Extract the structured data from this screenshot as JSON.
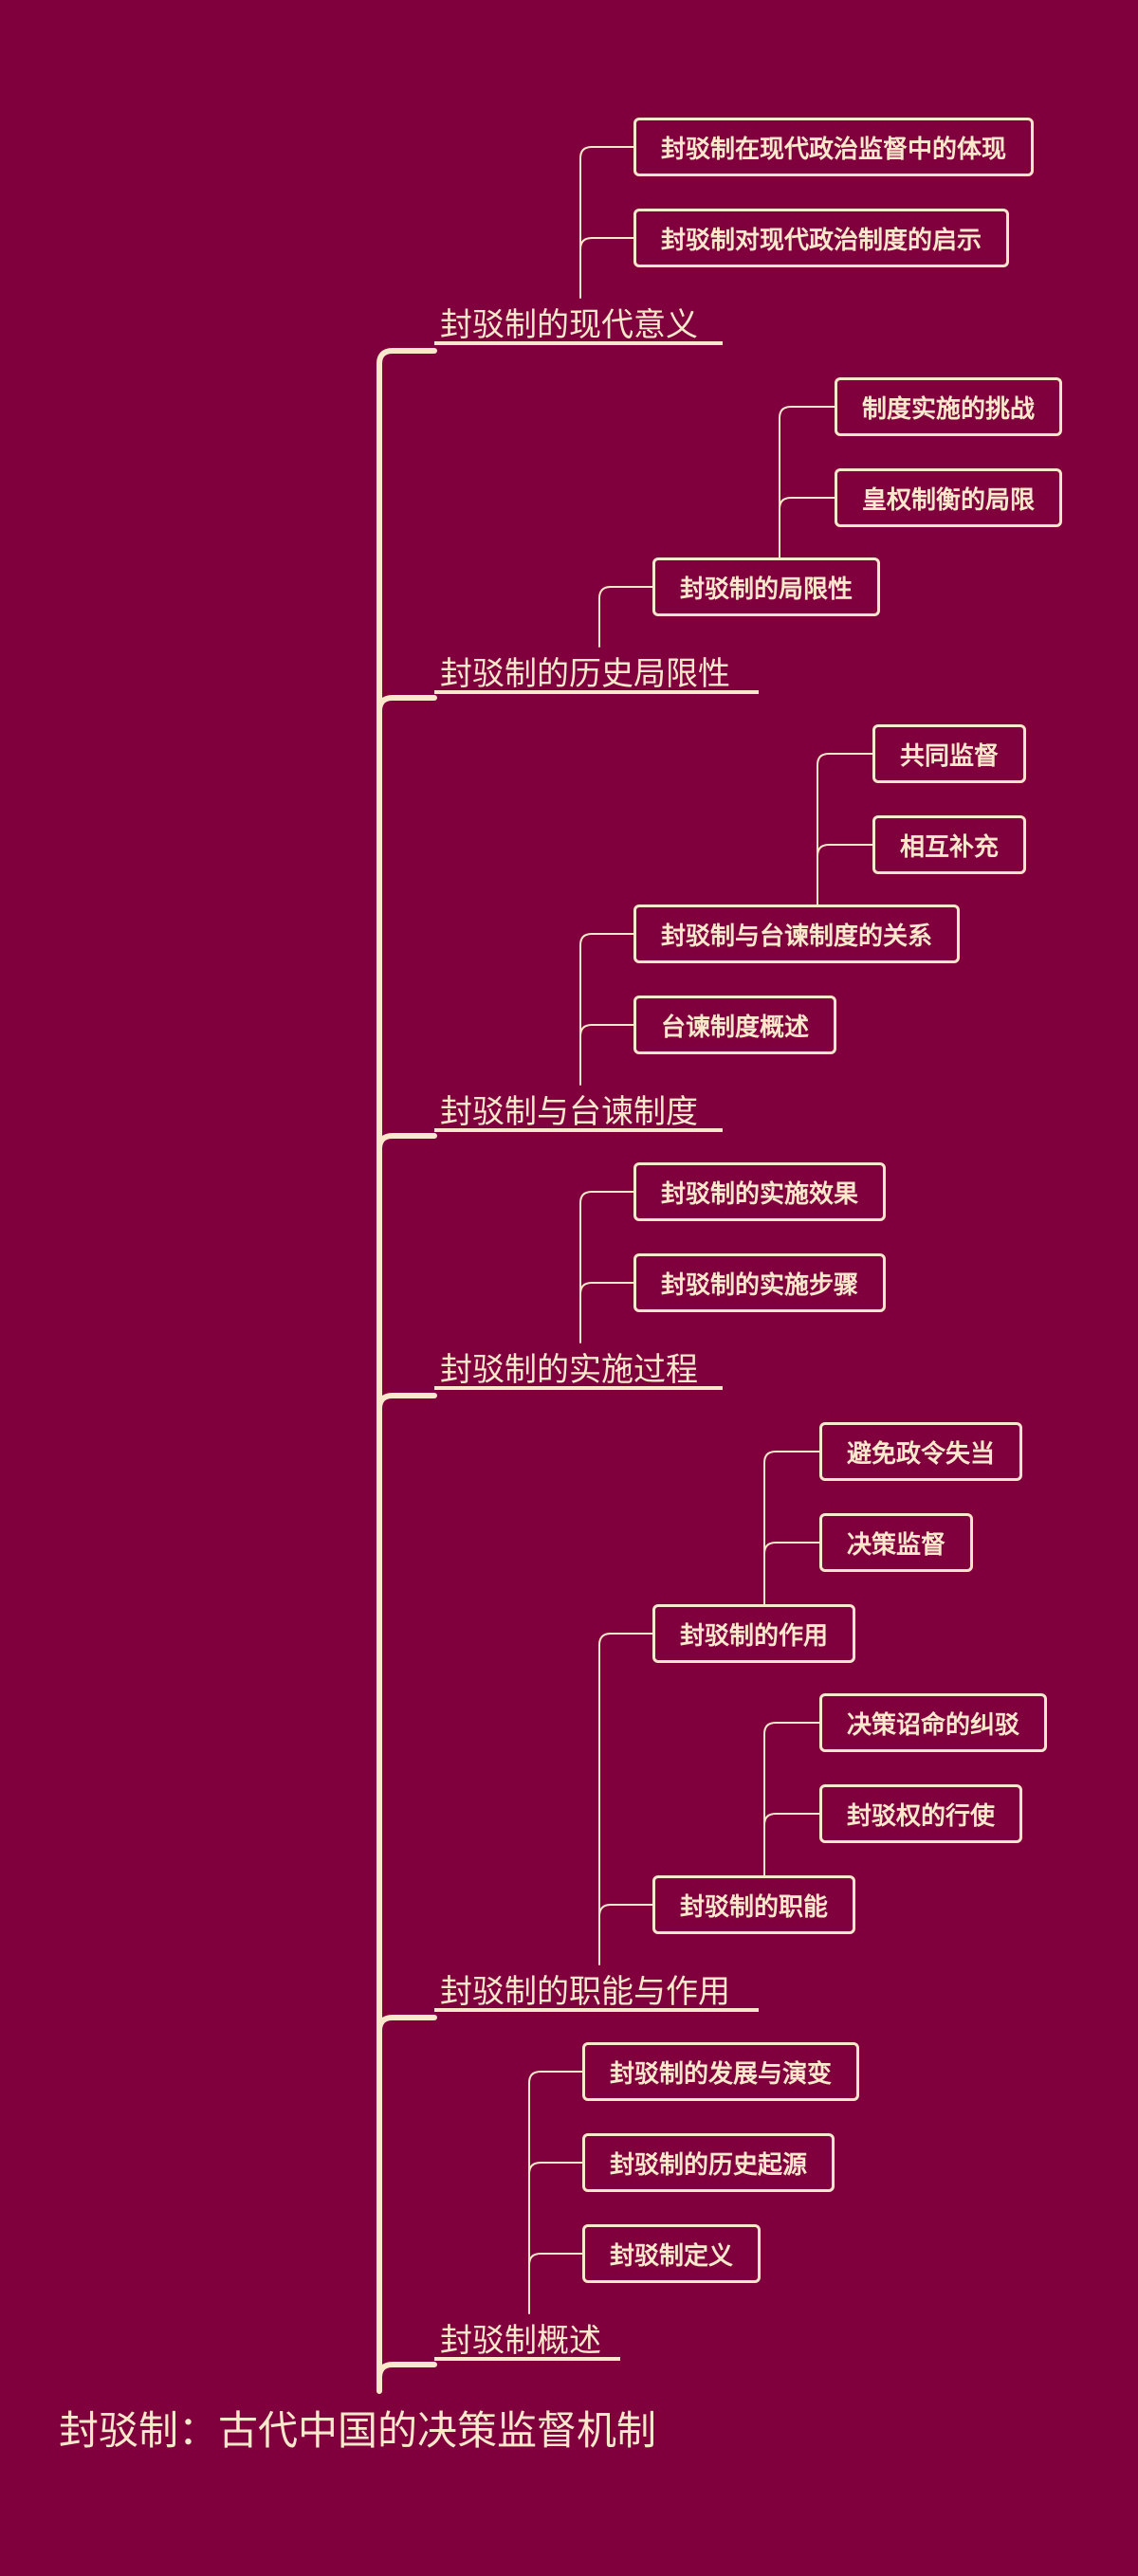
{
  "title": "封驳制：古代中国的决策监督机制",
  "branches": [
    {
      "label": "封驳制的现代意义",
      "children": [
        {
          "label": "封驳制在现代政治监督中的体现"
        },
        {
          "label": "封驳制对现代政治制度的启示"
        }
      ]
    },
    {
      "label": "封驳制的历史局限性",
      "children": [
        {
          "label": "封驳制的局限性",
          "children": [
            {
              "label": "制度实施的挑战"
            },
            {
              "label": "皇权制衡的局限"
            }
          ]
        }
      ]
    },
    {
      "label": "封驳制与台谏制度",
      "children": [
        {
          "label": "封驳制与台谏制度的关系",
          "children": [
            {
              "label": "共同监督"
            },
            {
              "label": "相互补充"
            }
          ]
        },
        {
          "label": "台谏制度概述"
        }
      ]
    },
    {
      "label": "封驳制的实施过程",
      "children": [
        {
          "label": "封驳制的实施效果"
        },
        {
          "label": "封驳制的实施步骤"
        }
      ]
    },
    {
      "label": "封驳制的职能与作用",
      "children": [
        {
          "label": "封驳制的作用",
          "children": [
            {
              "label": "避免政令失当"
            },
            {
              "label": "决策监督"
            }
          ]
        },
        {
          "label": "封驳制的职能",
          "children": [
            {
              "label": "决策诏命的纠驳"
            },
            {
              "label": "封驳权的行使"
            }
          ]
        }
      ]
    },
    {
      "label": "封驳制概述",
      "children": [
        {
          "label": "封驳制的发展与演变"
        },
        {
          "label": "封驳制的历史起源"
        },
        {
          "label": "封驳制定义"
        }
      ]
    }
  ]
}
